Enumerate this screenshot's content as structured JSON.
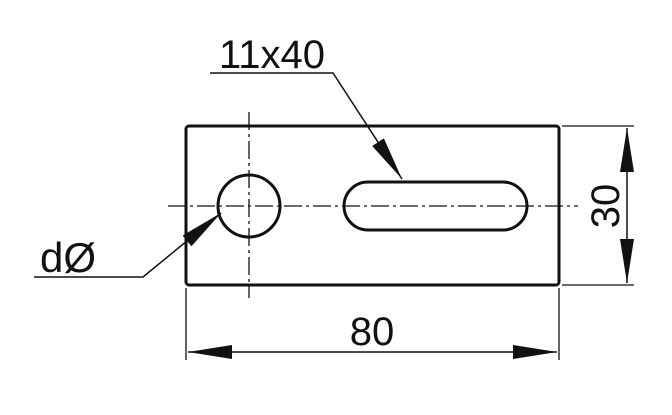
{
  "diagram": {
    "labels": {
      "slot_size": "11x40",
      "hole_diameter": "dØ",
      "width_dimension": "80",
      "height_dimension": "30"
    },
    "colors": {
      "ink": "#111111",
      "background": "#ffffff"
    }
  }
}
